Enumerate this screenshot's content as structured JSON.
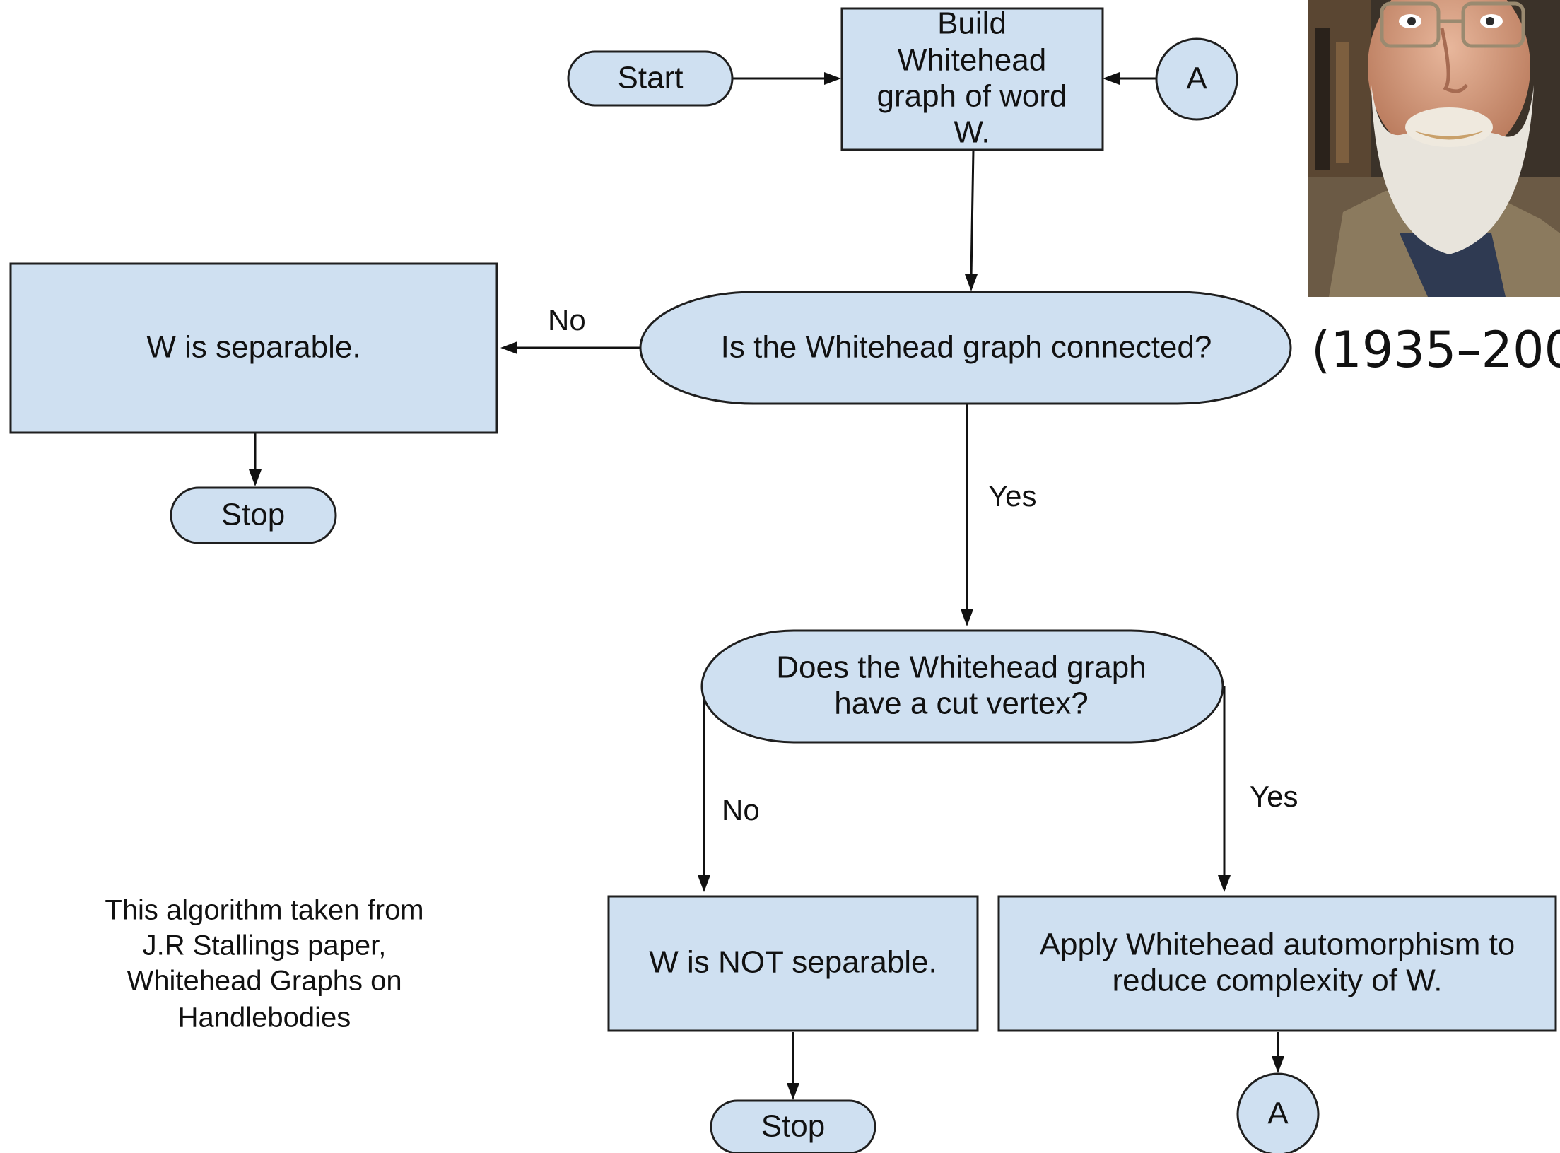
{
  "nodes": {
    "start": "Start",
    "build": [
      "Build",
      "Whitehead",
      "graph of word",
      "W."
    ],
    "connector_top": "A",
    "connected_question": "Is the Whitehead graph connected?",
    "separable": "W is separable.",
    "stop_left": "Stop",
    "cut_vertex_question": [
      "Does the Whitehead graph",
      "have a cut vertex?"
    ],
    "not_separable": "W is NOT separable.",
    "apply_automorphism": [
      "Apply Whitehead automorphism to",
      "reduce complexity of W."
    ],
    "stop_bottom": "Stop",
    "connector_bottom": "A"
  },
  "edge_labels": {
    "connected_no": "No",
    "connected_yes": "Yes",
    "cut_no": "No",
    "cut_yes": "Yes"
  },
  "note": [
    "This algorithm taken from",
    "J.R Stallings paper,",
    "Whitehead Graphs on",
    "Handlebodies"
  ],
  "portrait": {
    "years": "(1935–200"
  },
  "colors": {
    "node_fill": "#cfe0f1",
    "stroke": "#1f1f1f"
  }
}
